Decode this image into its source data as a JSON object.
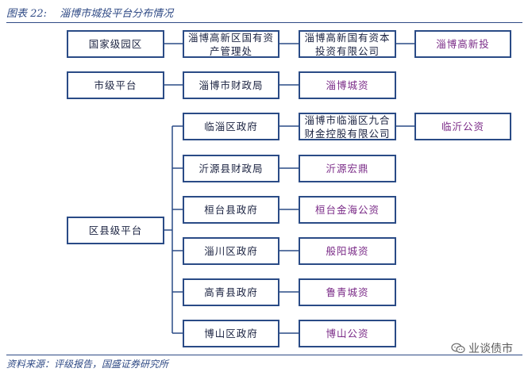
{
  "caption": {
    "label": "图表 22:",
    "title": "淄博市城投平台分布情况"
  },
  "source": "资料来源：评级报告，国盛证券研究所",
  "watermark": "业谈债市",
  "levels": {
    "national": "国家级园区",
    "city": "市级平台",
    "district": "区县级平台"
  },
  "owners": {
    "national": "淄博高新区国有资产管理处",
    "city": "淄博市财政局",
    "linzi": "临淄区政府",
    "yiyuan": "沂源县财政局",
    "huantai": "桓台县政府",
    "zichuan": "淄川区政府",
    "gaoqing": "高青县政府",
    "boshan": "博山区政府"
  },
  "middle": {
    "national": "淄博高新国有资本投资有限公司",
    "linzi": "淄博市临淄区九合财金控股有限公司"
  },
  "platforms": {
    "gaoxin": "淄博高新投",
    "chengzi": "淄博城资",
    "linyi": "临沂公资",
    "yiyuan": "沂源宏鼎",
    "huantai": "桓台金海公资",
    "zichuan": "般阳城资",
    "gaoqing": "鲁青城资",
    "boshan": "博山公资"
  }
}
